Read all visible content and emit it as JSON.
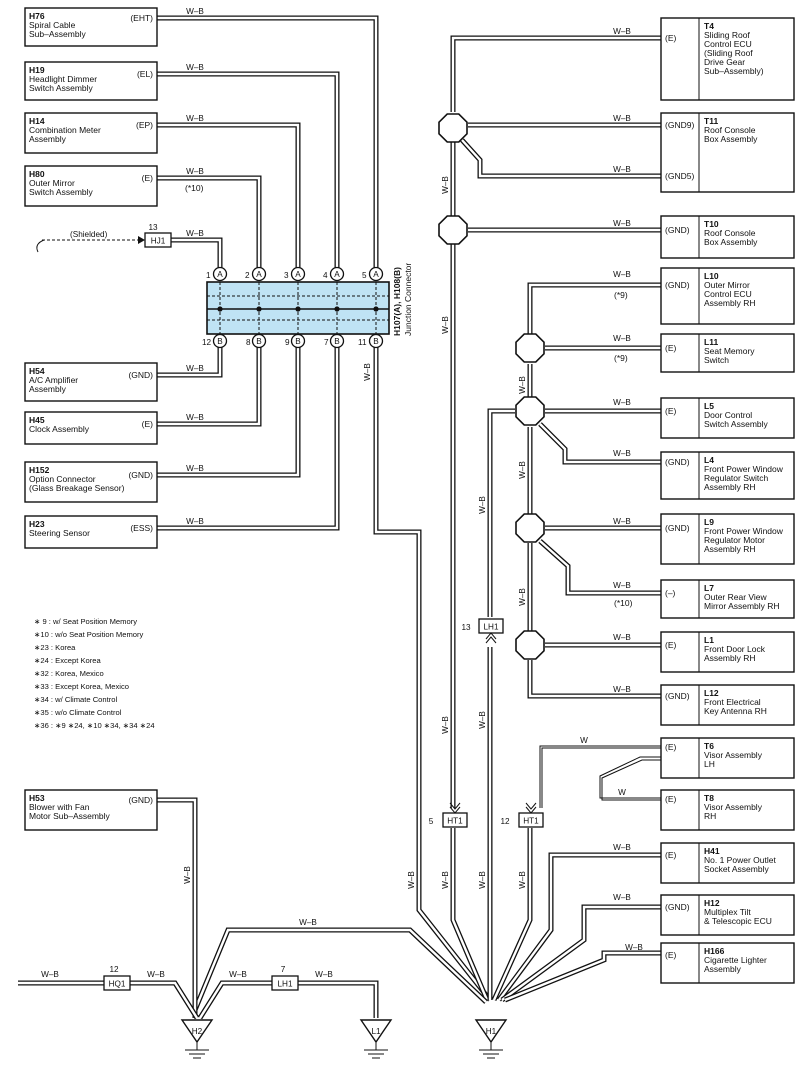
{
  "diagram": {
    "wire_color_label": "W–B",
    "white_wire_label": "W",
    "shielded_label": "(Shielded)",
    "jc": {
      "name_line1": "H107(A), H108(B)",
      "name_line2": "Junction Connector",
      "top_pins": [
        "1",
        "2",
        "3",
        "4",
        "5"
      ],
      "top_letter": "A",
      "bottom_pins": [
        "12",
        "8",
        "9",
        "7",
        "11"
      ],
      "bottom_letter": "B"
    },
    "left_components": [
      {
        "code": "H76",
        "lines": [
          "Spiral Cable",
          "Sub–Assembly"
        ],
        "terminal": "(EHT)"
      },
      {
        "code": "H19",
        "lines": [
          "Headlight Dimmer",
          "Switch Assembly"
        ],
        "terminal": "(EL)"
      },
      {
        "code": "H14",
        "lines": [
          "Combination Meter",
          "Assembly"
        ],
        "terminal": "(EP)"
      },
      {
        "code": "H80",
        "lines": [
          "Outer Mirror",
          "Switch Assembly"
        ],
        "terminal": "(E)",
        "note": "(*10)"
      },
      {
        "code": "H54",
        "lines": [
          "A/C Amplifier",
          "Assembly"
        ],
        "terminal": "(GND)"
      },
      {
        "code": "H45",
        "lines": [
          "Clock Assembly"
        ],
        "terminal": "(E)"
      },
      {
        "code": "H152",
        "lines": [
          "Option Connector",
          "(Glass Breakage Sensor)"
        ],
        "terminal": "(GND)"
      },
      {
        "code": "H23",
        "lines": [
          "Steering Sensor"
        ],
        "terminal": "(ESS)"
      },
      {
        "code": "H53",
        "lines": [
          "Blower with Fan",
          "Motor Sub–Assembly"
        ],
        "terminal": "(GND)"
      }
    ],
    "right_components": [
      {
        "code": "T4",
        "lines": [
          "Sliding Roof",
          "Control ECU",
          "(Sliding Roof",
          "Drive Gear",
          "Sub–Assembly)"
        ],
        "terminal": "(E)"
      },
      {
        "code": "T11",
        "lines": [
          "Roof Console",
          "Box Assembly"
        ],
        "terminal": "(GND9)",
        "terminal2": "(GND5)"
      },
      {
        "code": "T10",
        "lines": [
          "Roof Console",
          "Box Assembly"
        ],
        "terminal": "(GND)"
      },
      {
        "code": "L10",
        "lines": [
          "Outer Mirror",
          "Control ECU",
          "Assembly RH"
        ],
        "terminal": "(GND)",
        "note": "(*9)"
      },
      {
        "code": "L11",
        "lines": [
          "Seat Memory",
          "Switch"
        ],
        "terminal": "(E)",
        "note": "(*9)"
      },
      {
        "code": "L5",
        "lines": [
          "Door Control",
          "Switch Assembly"
        ],
        "terminal": "(E)"
      },
      {
        "code": "L4",
        "lines": [
          "Front Power Window",
          "Regulator Switch",
          "Assembly RH"
        ],
        "terminal": "(GND)"
      },
      {
        "code": "L9",
        "lines": [
          "Front Power Window",
          "Regulator Motor",
          "Assembly RH"
        ],
        "terminal": "(GND)"
      },
      {
        "code": "L7",
        "lines": [
          "Outer Rear View",
          "Mirror Assembly RH"
        ],
        "terminal": "(–)",
        "note": "(*10)"
      },
      {
        "code": "L1",
        "lines": [
          "Front Door Lock",
          "Assembly RH"
        ],
        "terminal": "(E)"
      },
      {
        "code": "L12",
        "lines": [
          "Front Electrical",
          "Key Antenna RH"
        ],
        "terminal": "(GND)"
      },
      {
        "code": "T6",
        "lines": [
          "Visor Assembly",
          "LH"
        ],
        "terminal": "(E)"
      },
      {
        "code": "T8",
        "lines": [
          "Visor Assembly",
          "RH"
        ],
        "terminal": "(E)"
      },
      {
        "code": "H41",
        "lines": [
          "No. 1 Power Outlet",
          "Socket Assembly"
        ],
        "terminal": "(E)"
      },
      {
        "code": "H12",
        "lines": [
          "Multiplex Tilt",
          "& Telescopic ECU"
        ],
        "terminal": "(GND)"
      },
      {
        "code": "H166",
        "lines": [
          "Cigarette Lighter",
          "Assembly"
        ],
        "terminal": "(E)"
      }
    ],
    "connectors": [
      {
        "id": "HJ1",
        "pin": "13"
      },
      {
        "id": "LH1",
        "pin": "13"
      },
      {
        "id": "HT1",
        "pin": "5"
      },
      {
        "id": "HT1b",
        "label": "HT1",
        "pin": "12"
      },
      {
        "id": "HQ1",
        "pin": "12"
      },
      {
        "id": "LH1b",
        "label": "LH1",
        "pin": "7"
      }
    ],
    "grounds": [
      "H2",
      "L1",
      "H1"
    ],
    "notes": [
      "∗ 9 : w/ Seat Position Memory",
      "∗10 : w/o Seat Position Memory",
      "∗23 : Korea",
      "∗24 : Except Korea",
      "∗32 : Korea,  Mexico",
      "∗33 : Except Korea,  Mexico",
      "∗34 : w/ Climate Control",
      "∗35 : w/o Climate Control",
      "∗36 : ∗9 ∗24,  ∗10 ∗34,  ∗34 ∗24"
    ],
    "colors": {
      "line": "#111111",
      "junction_fill": "#bfe3f4",
      "background": "#ffffff"
    }
  }
}
